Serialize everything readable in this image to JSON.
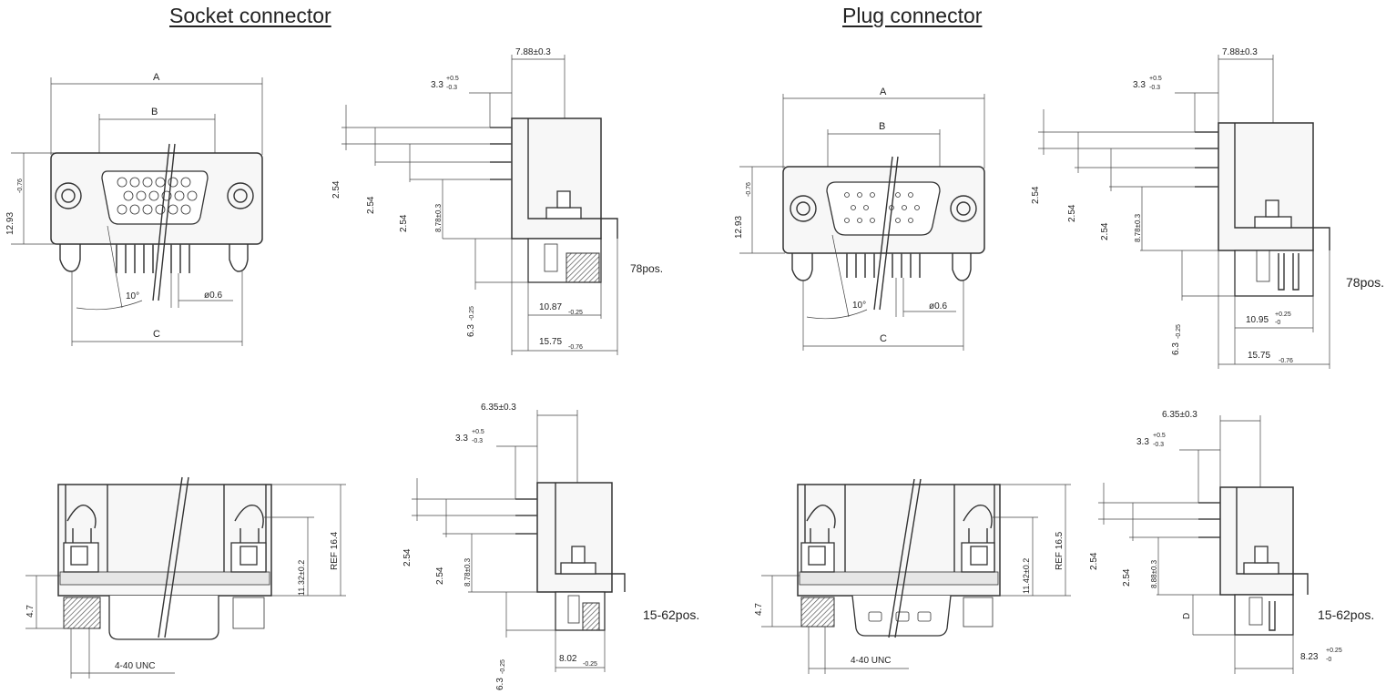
{
  "headings": {
    "socket": "Socket connector",
    "plug": "Plug connector"
  },
  "positions": {
    "socket_78": "78pos.",
    "plug_78": "78pos.",
    "socket_1562": "15-62pos.",
    "plug_1562": "15-62pos."
  },
  "socket_front_top": {
    "dim_a": "A",
    "dim_b": "B",
    "dim_c": "C",
    "height": "12.93",
    "height_tol": "-0.76",
    "angle": "10°",
    "pin_dia": "ø0.6"
  },
  "socket_side_top": {
    "offset": "7.88±0.3",
    "pin_len": "3.3",
    "pin_len_tol_plus": "+0.5",
    "pin_len_tol_minus": "-0.3",
    "pitch_1": "2.54",
    "pitch_2": "2.54",
    "pitch_3": "2.54",
    "row_height": "8.78±0.3",
    "standoff": "6.3",
    "standoff_tol": "-0.25",
    "inner_width": "10.87",
    "inner_tol": "-0.25",
    "outer_width": "15.75",
    "outer_tol": "-0.76"
  },
  "plug_front_top": {
    "dim_a": "A",
    "dim_b": "B",
    "dim_c": "C",
    "height": "12.93",
    "height_tol": "-0.76",
    "angle": "10°",
    "pin_dia": "ø0.6"
  },
  "plug_side_top": {
    "offset": "7.88±0.3",
    "pin_len": "3.3",
    "pin_len_tol_plus": "+0.5",
    "pin_len_tol_minus": "-0.3",
    "pitch_1": "2.54",
    "pitch_2": "2.54",
    "pitch_3": "2.54",
    "row_height": "8.78±0.3",
    "standoff": "6.3",
    "standoff_tol": "-0.25",
    "inner_width": "10.95",
    "inner_tol_plus": "+0.25",
    "inner_tol_minus": "-0",
    "outer_width": "15.75",
    "outer_tol": "-0.76"
  },
  "socket_front_bottom": {
    "flange": "4.7",
    "screw_height": "11.32±0.2",
    "ref_height": "REF 16.4",
    "thread": "4-40 UNC"
  },
  "socket_side_bottom": {
    "offset": "6.35±0.3",
    "pin_len": "3.3",
    "pin_len_tol_plus": "+0.5",
    "pin_len_tol_minus": "-0.3",
    "pitch_1": "2.54",
    "pitch_2": "2.54",
    "row_height": "8.78±0.3",
    "standoff": "6.3",
    "standoff_tol": "-0.25",
    "width": "8.02",
    "width_tol": "-0.25"
  },
  "plug_front_bottom": {
    "flange": "4.7",
    "screw_height": "11.42±0.2",
    "ref_height": "REF 16.5",
    "thread": "4-40 UNC"
  },
  "plug_side_bottom": {
    "offset": "6.35±0.3",
    "pin_len": "3.3",
    "pin_len_tol_plus": "+0.5",
    "pin_len_tol_minus": "-0.3",
    "pitch_1": "2.54",
    "pitch_2": "2.54",
    "row_height": "8.88±0.3",
    "dim_d": "D",
    "width": "8.23",
    "width_tol_plus": "+0.25",
    "width_tol_minus": "-0"
  }
}
